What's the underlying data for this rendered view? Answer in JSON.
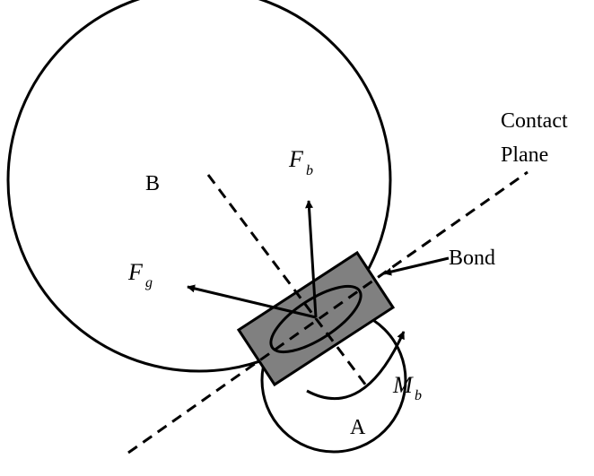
{
  "labels": {
    "particle_b": "B",
    "particle_a": "A",
    "contact_line1": "Contact",
    "contact_line2": "Plane",
    "bond": "Bond",
    "fb_main": "F",
    "fb_sub": "b",
    "fg_main": "F",
    "fg_sub": "g",
    "mb_main": "M",
    "mb_sub": "b"
  },
  "colors": {
    "bond_fill": "#808080",
    "stroke": "#000000",
    "background": "#ffffff"
  },
  "icons": {
    "bond_pointer": "arrow-left-icon",
    "moment": "curved-arrow-icon"
  }
}
